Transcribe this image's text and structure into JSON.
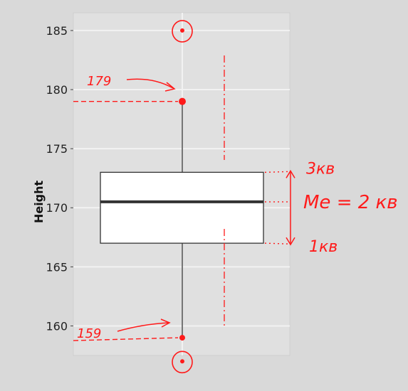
{
  "chart_data": {
    "type": "box",
    "ylabel": "Height",
    "ylim": [
      157.5,
      186.5
    ],
    "yticks": [
      160,
      165,
      170,
      175,
      180,
      185
    ],
    "grid": true,
    "box": {
      "q1": 167,
      "median": 170.5,
      "q3": 173,
      "whisker_low": 159,
      "whisker_high": 179,
      "outliers": [
        157,
        185
      ]
    },
    "annotations": {
      "upper_value": "179",
      "lower_value": "159",
      "q3_label": "3кв",
      "median_label": "Me = 2 кв",
      "q1_label": "1кв"
    }
  },
  "colors": {
    "panel": "#e0e0e0",
    "ink": "#ff1a1a",
    "box_line": "#333333",
    "median": "#333333",
    "grid": "#f2f2f2"
  }
}
